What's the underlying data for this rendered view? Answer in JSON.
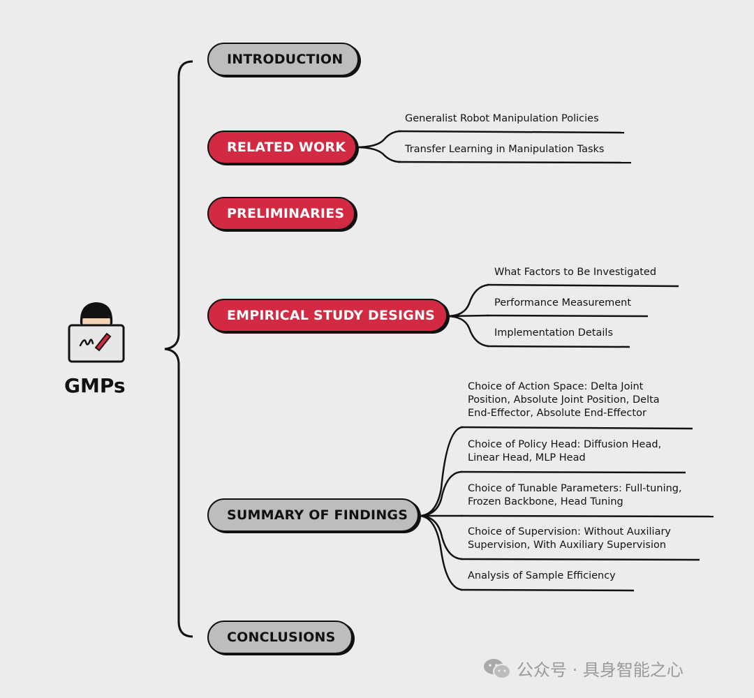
{
  "root": {
    "label": "GMPs",
    "icon": "person-laptop-icon"
  },
  "sections": [
    {
      "label": "INTRODUCTION",
      "color": "gray"
    },
    {
      "label": "RELATED WORK",
      "color": "red",
      "children": [
        "Generalist Robot Manipulation Policies",
        "Transfer Learning in Manipulation Tasks"
      ]
    },
    {
      "label": "PRELIMINARIES",
      "color": "red"
    },
    {
      "label": "EMPIRICAL STUDY DESIGNS",
      "color": "red",
      "children": [
        "What Factors to Be Investigated",
        "Performance Measurement",
        "Implementation Details"
      ]
    },
    {
      "label": "SUMMARY OF FINDINGS",
      "color": "gray",
      "children": [
        [
          "Choice of Action Space: Delta Joint",
          "Position, Absolute Joint Position, Delta",
          "End-Effector, Absolute End-Effector"
        ],
        [
          "Choice of Policy Head: Diffusion Head,",
          "Linear Head, MLP Head"
        ],
        [
          "Choice of Tunable Parameters: Full-tuning,",
          "Frozen Backbone, Head Tuning"
        ],
        [
          "Choice of Supervision: Without Auxiliary",
          "Supervision, With Auxiliary Supervision"
        ],
        [
          "Analysis of Sample Efficiency"
        ]
      ]
    },
    {
      "label": "CONCLUSIONS",
      "color": "gray"
    }
  ],
  "colors": {
    "red": "#d32a43",
    "gray": "#bdbdbd",
    "ink": "#111111",
    "background": "#ececec"
  },
  "watermark": {
    "icon": "wechat-icon",
    "text": "公众号 · 具身智能之心"
  }
}
